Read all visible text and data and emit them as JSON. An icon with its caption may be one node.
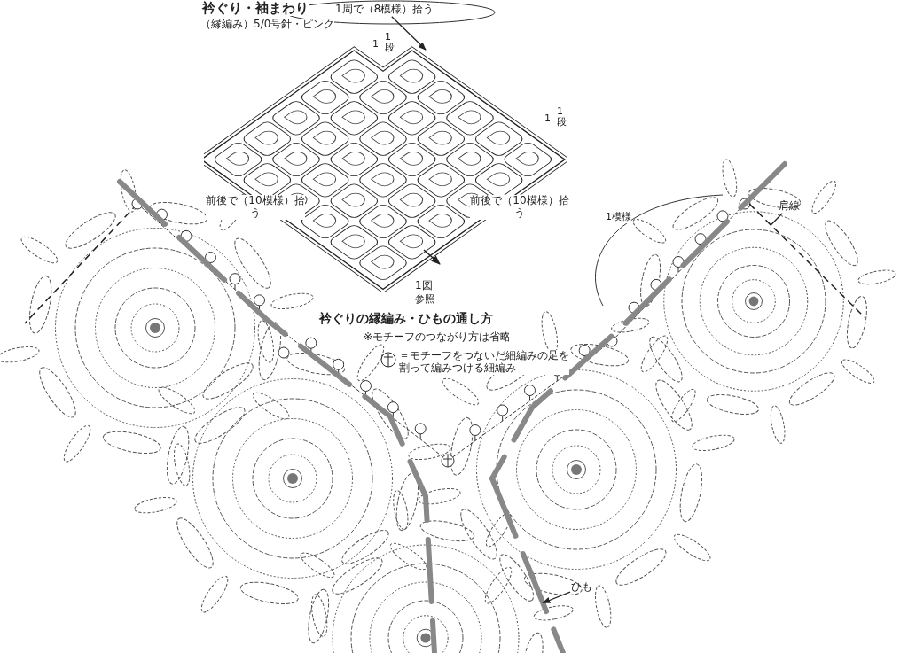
{
  "diagram": {
    "title": "衿ぐり・袖まわり",
    "nodes": [
      {
        "text": [
          "1周で（8模様）拾う"
        ]
      },
      {
        "text": [],
        "shape": "picture"
      },
      {
        "text": [
          "肩線"
        ]
      },
      {
        "text": [],
        "shape": "line"
      },
      {
        "text": [
          "ひも"
        ]
      },
      {
        "text": [],
        "shape": "cord"
      }
    ],
    "edges": [
      {
        "from": 0,
        "to": 1,
        "arrow": "to"
      },
      {
        "from": 2,
        "to": 3,
        "arrow": "none"
      },
      {
        "from": 4,
        "to": 5,
        "arrow": "to"
      }
    ],
    "labels": [
      "（縁編み）5/0号針・ピンク",
      "1",
      "1段",
      "1",
      "1段",
      "前後で（10模様）拾う",
      "前後で（10模様）拾う",
      "1図",
      "参照",
      "衿ぐりの縁編み・ひもの通し方",
      "※モチーフのつながり方は省略",
      "＝モチーフをつないだ細編みの足を割って編みつける細編み",
      "1模様"
    ]
  }
}
